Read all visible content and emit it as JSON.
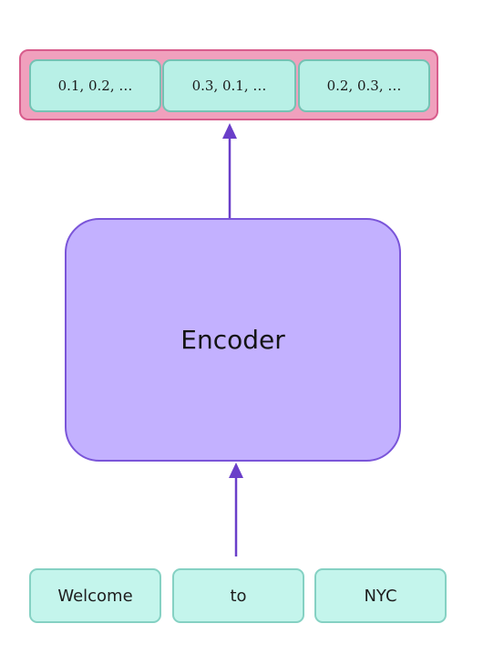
{
  "output_vectors": [
    "0.1, 0.2, …",
    "0.3, 0.1, …",
    "0.2, 0.3, …"
  ],
  "encoder": {
    "label": "Encoder"
  },
  "input_tokens": [
    "Welcome",
    "to",
    "NYC"
  ],
  "colors": {
    "vector_bar_fill": "#f0a0bd",
    "vector_bar_border": "#d85c8c",
    "cell_fill": "#b8f0e6",
    "cell_border": "#74c2b3",
    "encoder_fill": "#c3b1ff",
    "encoder_border": "#7a55d9",
    "arrow": "#6a3fc9"
  }
}
